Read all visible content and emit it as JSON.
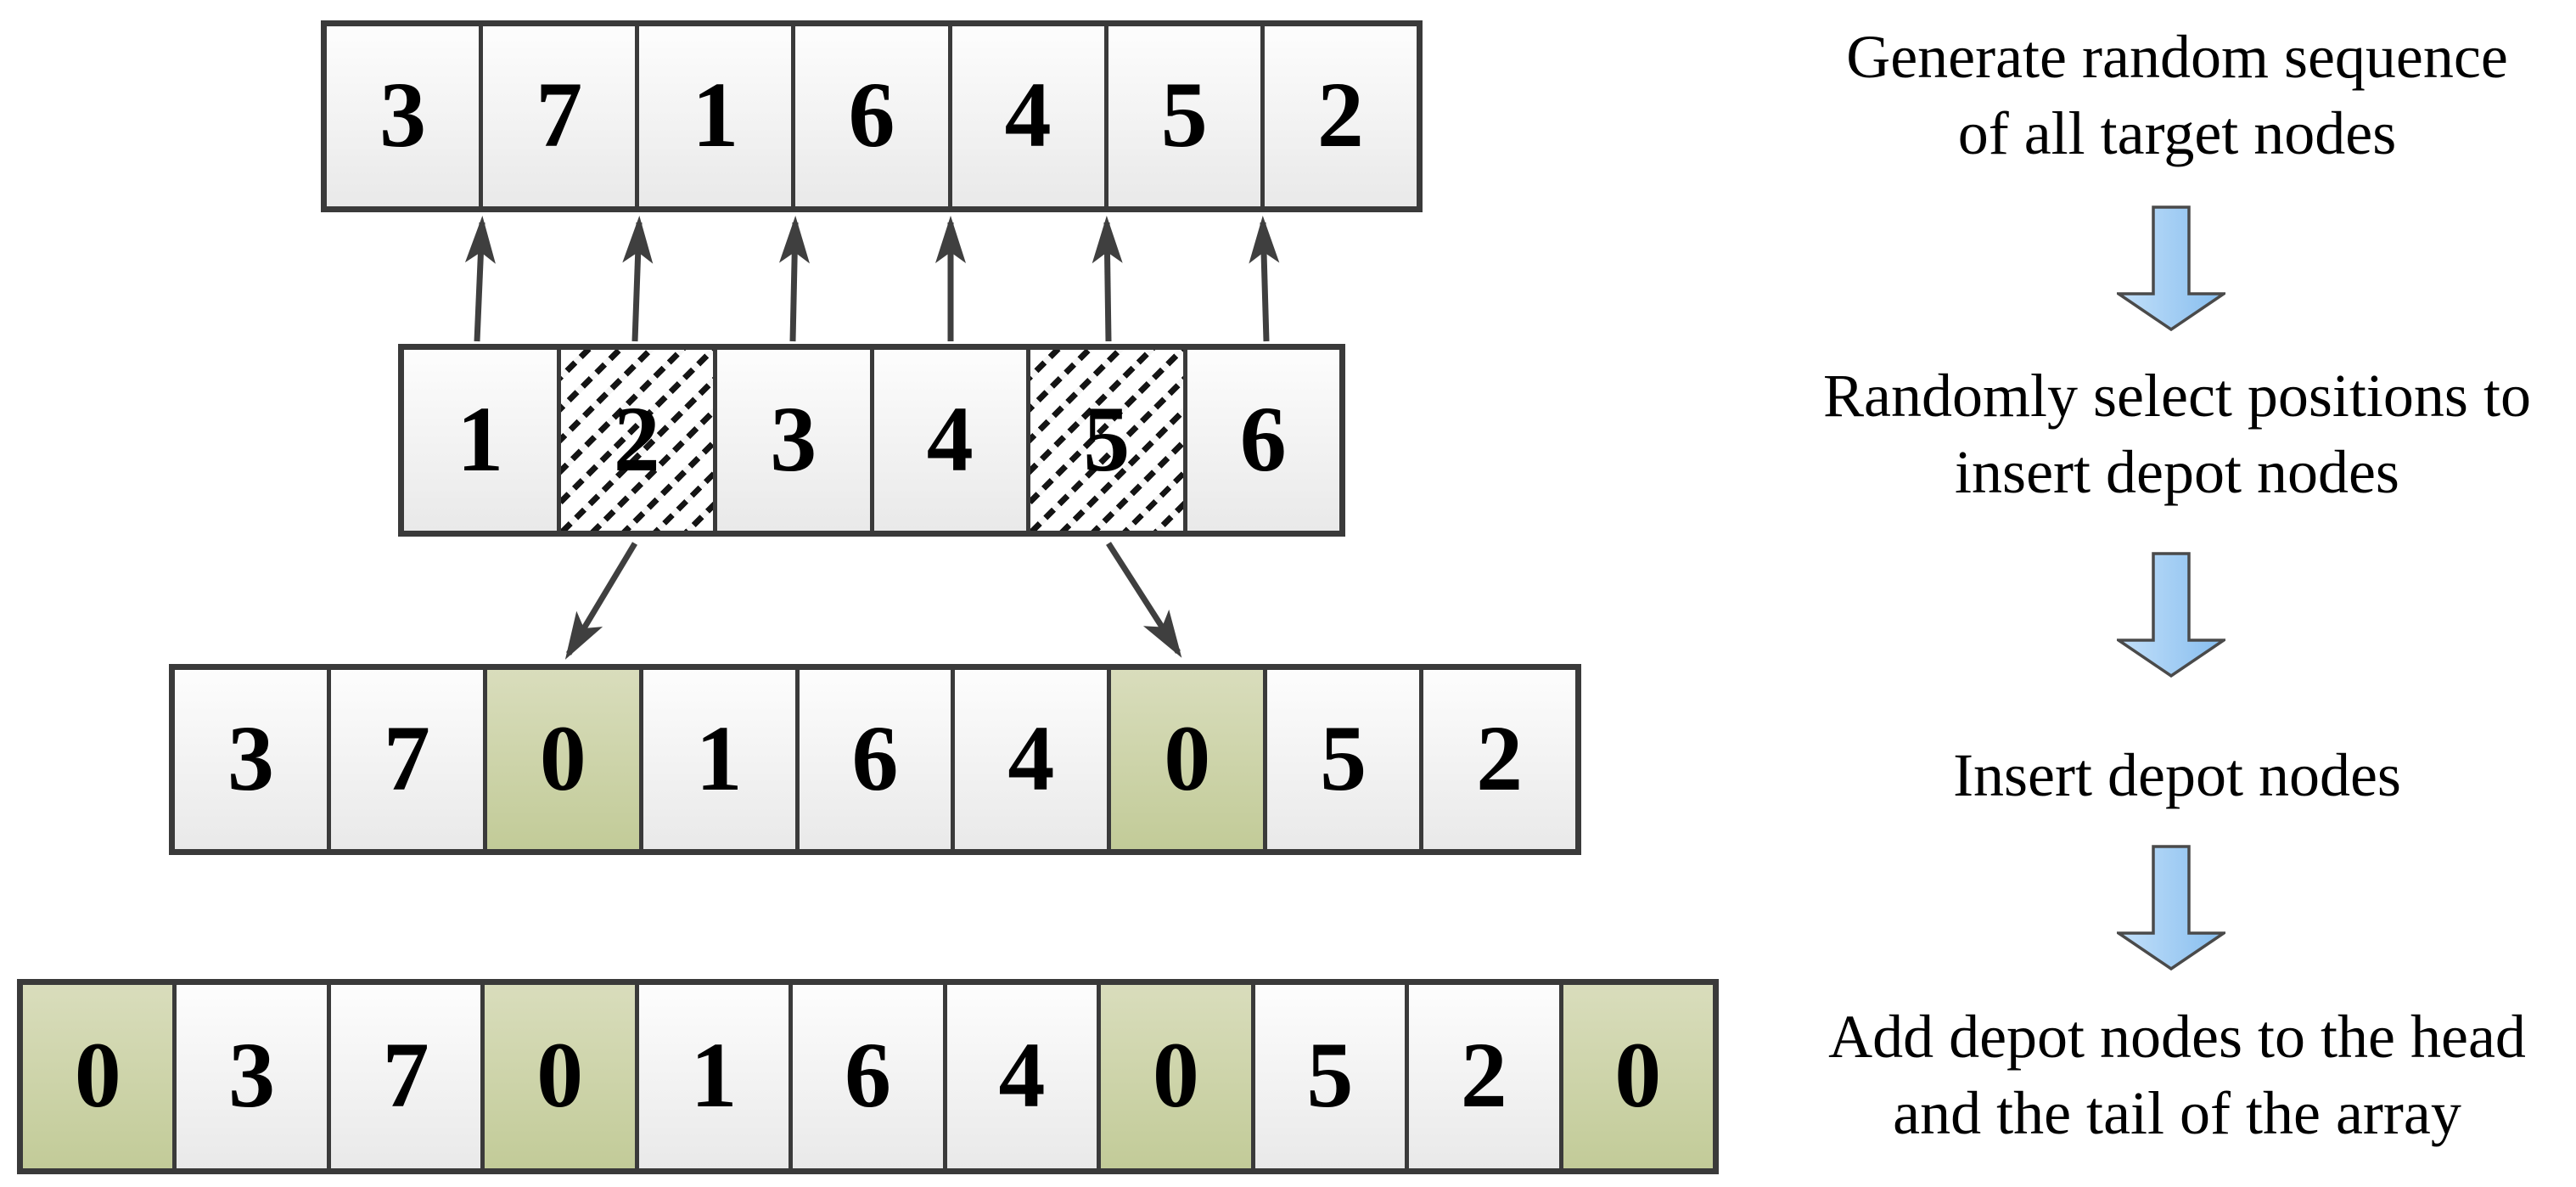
{
  "colors": {
    "background": "#ffffff",
    "border": "#3a3a3a",
    "cell_top": "#fdfdfd",
    "cell_bottom": "#e9e9e9",
    "depot_top": "#d9ddbc",
    "depot_bottom": "#c2cb98",
    "hatch_line": "#141414",
    "connector": "#3f3f3f",
    "flow_arrow_light": "#c3e0fa",
    "flow_arrow_dark": "#86bdee",
    "flow_arrow_border": "#4a4a4a",
    "text": "#000000"
  },
  "rows": [
    {
      "id": "row1",
      "name": "random-sequence-array",
      "cells": [
        "3",
        "7",
        "1",
        "6",
        "4",
        "5",
        "2"
      ]
    },
    {
      "id": "row2",
      "name": "insert-position-array",
      "cells": [
        "1",
        "2",
        "3",
        "4",
        "5",
        "6"
      ],
      "hatched": [
        1,
        4
      ]
    },
    {
      "id": "row3",
      "name": "depot-inserted-array",
      "cells": [
        "3",
        "7",
        "0",
        "1",
        "6",
        "4",
        "0",
        "5",
        "2"
      ],
      "depot": [
        2,
        6
      ]
    },
    {
      "id": "row4",
      "name": "final-array",
      "cells": [
        "0",
        "3",
        "7",
        "0",
        "1",
        "6",
        "4",
        "0",
        "5",
        "2",
        "0"
      ],
      "depot": [
        0,
        3,
        7,
        10
      ]
    }
  ],
  "steps": [
    {
      "lines": [
        "Generate random sequence",
        "of all target nodes"
      ]
    },
    {
      "lines": [
        "Randomly select positions to",
        "insert depot nodes"
      ]
    },
    {
      "lines": [
        "Insert depot nodes"
      ]
    },
    {
      "lines": [
        "Add depot nodes to the head",
        "and the tail of the array"
      ]
    }
  ]
}
